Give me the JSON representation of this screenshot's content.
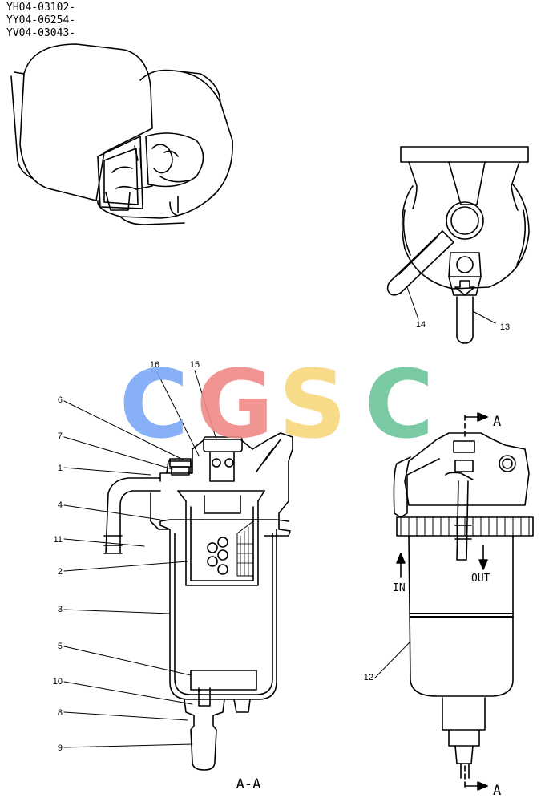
{
  "serials": [
    "YH04-03102-",
    "YY04-06254-",
    "YV04-03043-"
  ],
  "watermark": {
    "letters": [
      "C",
      "G",
      "S",
      "C"
    ],
    "colors": [
      "#7aa7f5",
      "#f08a86",
      "#f6d77c",
      "#6cc49a"
    ]
  },
  "callouts": {
    "c1": "1",
    "c2": "2",
    "c3": "3",
    "c4": "4",
    "c5": "5",
    "c6": "6",
    "c7": "7",
    "c8": "8",
    "c9": "9",
    "c10": "10",
    "c11": "11",
    "c12": "12",
    "c13": "13",
    "c14": "14",
    "c15": "15",
    "c16": "16"
  },
  "section_marks": {
    "top": "A",
    "bottom": "A"
  },
  "section_title": "A-A",
  "flow": {
    "in": "IN",
    "out": "OUT"
  }
}
